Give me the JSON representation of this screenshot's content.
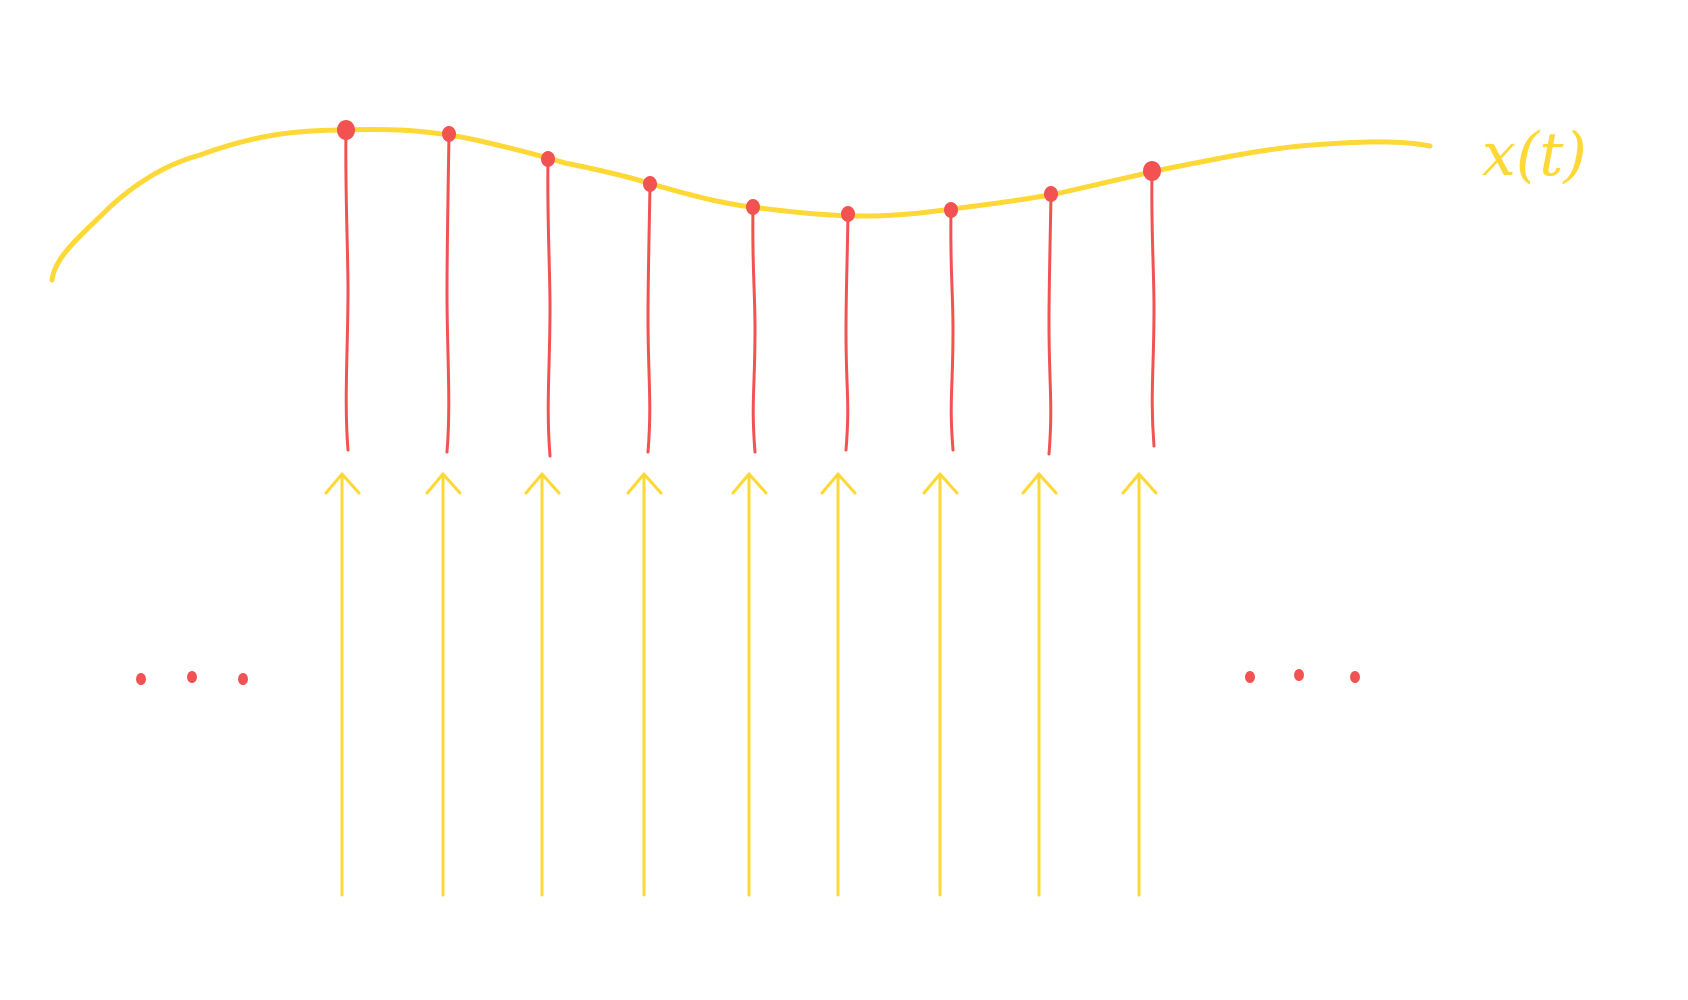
{
  "diagram": {
    "curve_label": "x(t)",
    "sample_count": 9,
    "left_ellipsis_dots": 3,
    "right_ellipsis_dots": 3,
    "colors": {
      "signal": "#fdd836",
      "sample": "#f25252",
      "background": "#ffffff"
    }
  }
}
